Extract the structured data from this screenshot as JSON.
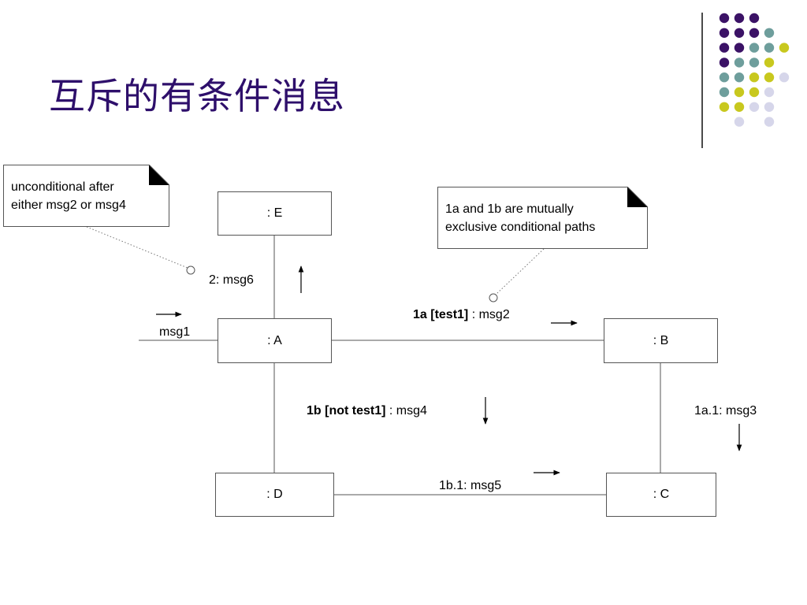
{
  "slide": {
    "title": "互斥的有条件消息"
  },
  "decoration": {
    "colors": {
      "purple": "#3b1266",
      "teal": "#6e9e9c",
      "yellow": "#c8c81e",
      "lavender": "#d6d6ea",
      "title": "#2e0f6b",
      "divider": "#4a4a4a"
    },
    "dot_grid": [
      [
        "purple",
        "purple",
        "purple",
        null,
        null
      ],
      [
        "purple",
        "purple",
        "purple",
        "teal",
        null
      ],
      [
        "purple",
        "purple",
        "teal",
        "teal",
        "yellow"
      ],
      [
        "purple",
        "teal",
        "teal",
        "yellow",
        null
      ],
      [
        "teal",
        "teal",
        "yellow",
        "yellow",
        "lavender"
      ],
      [
        "teal",
        "yellow",
        "yellow",
        "lavender",
        null
      ],
      [
        "yellow",
        "yellow",
        "lavender",
        "lavender",
        null
      ],
      [
        null,
        "lavender",
        null,
        "lavender",
        null
      ]
    ]
  },
  "diagram": {
    "objects": {
      "E": ": E",
      "A": ": A",
      "B": ": B",
      "C": ": C",
      "D": ": D"
    },
    "notes": {
      "left": {
        "line1": "unconditional after",
        "line2": "either msg2 or msg4"
      },
      "right": {
        "line1": "1a and 1b are mutually",
        "line2": "exclusive conditional paths"
      }
    },
    "messages": {
      "msg1": "msg1",
      "msg6": "2: msg6",
      "msg2_cond": "1a [test1]",
      "msg2_sep": " :  msg2",
      "msg4_cond": "1b [not test1]",
      "msg4_sep": " : msg4",
      "msg3": "1a.1: msg3",
      "msg5": "1b.1: msg5"
    }
  }
}
